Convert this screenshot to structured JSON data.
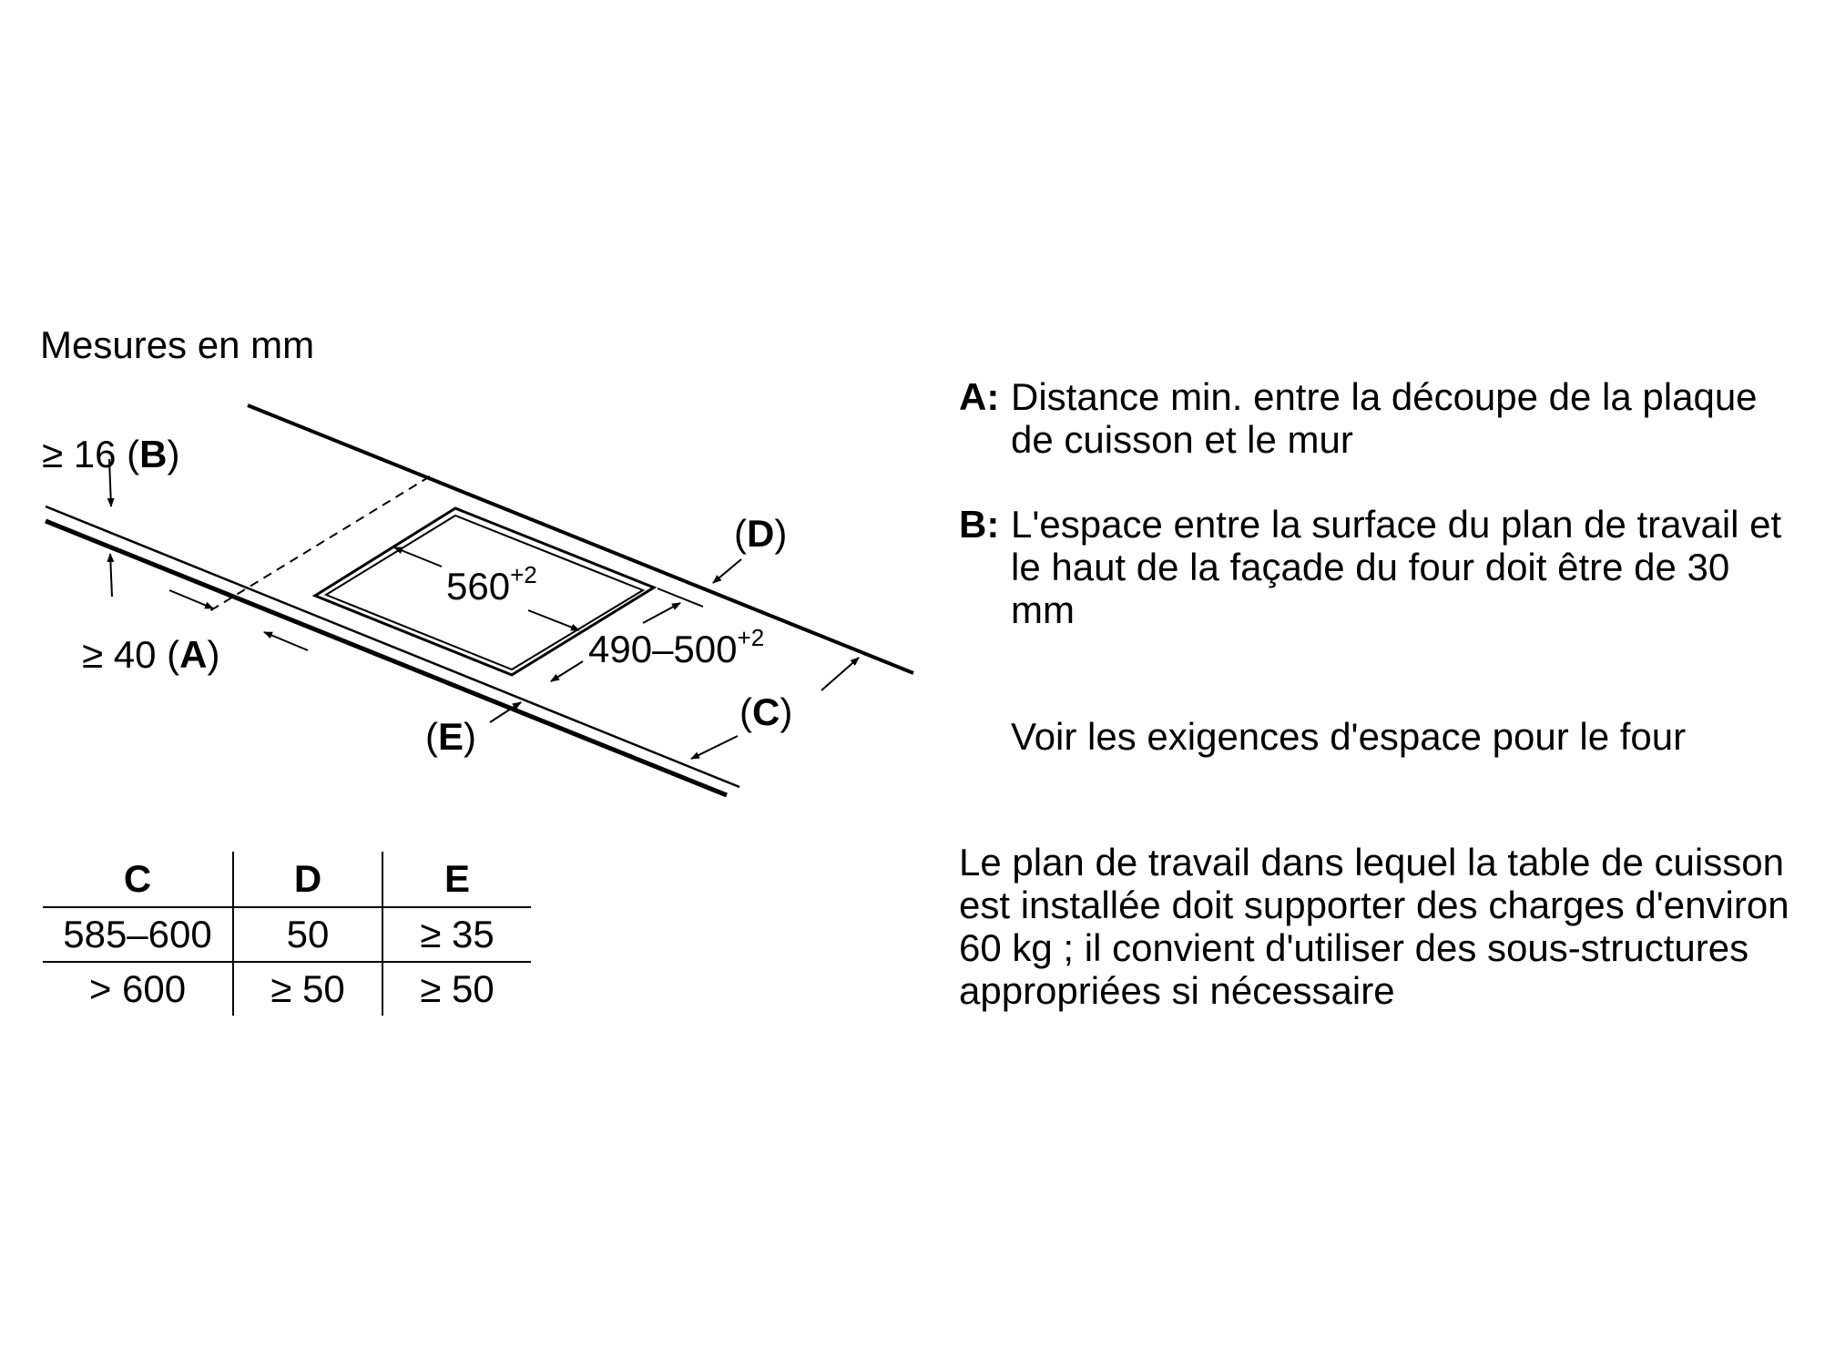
{
  "units_label": "Mesures en mm",
  "labels": {
    "B": {
      "prefix": "≥ 16 (",
      "letter": "B",
      "suffix": ")"
    },
    "A": {
      "prefix": "≥ 40 (",
      "letter": "A",
      "suffix": ")"
    },
    "D": {
      "prefix": "(",
      "letter": "D",
      "suffix": ")"
    },
    "C": {
      "prefix": "(",
      "letter": "C",
      "suffix": ")"
    },
    "E": {
      "prefix": "(",
      "letter": "E",
      "suffix": ")"
    },
    "width": {
      "value": "560",
      "tol": "+2"
    },
    "depth": {
      "value": "490–500",
      "tol": "+2"
    }
  },
  "legend": [
    {
      "key": "A:",
      "text": "Distance min. entre la découpe de la plaque de cuisson et le mur"
    },
    {
      "key": "B:",
      "text": "L'espace entre la surface du plan de travail et le haut de la façade du four doit être de 30 mm"
    }
  ],
  "oven_note": "Voir les exigences d'espace pour le four",
  "load_note": "Le plan de travail dans lequel la table de cuisson est installée doit supporter des charges d'environ 60 kg ; il convient d'utiliser des sous-structures appropriées si nécessaire",
  "table": {
    "headers": [
      "C",
      "D",
      "E"
    ],
    "rows": [
      [
        "585–600",
        "50",
        "≥ 35"
      ],
      [
        "> 600",
        "≥ 50",
        "≥ 50"
      ]
    ]
  }
}
